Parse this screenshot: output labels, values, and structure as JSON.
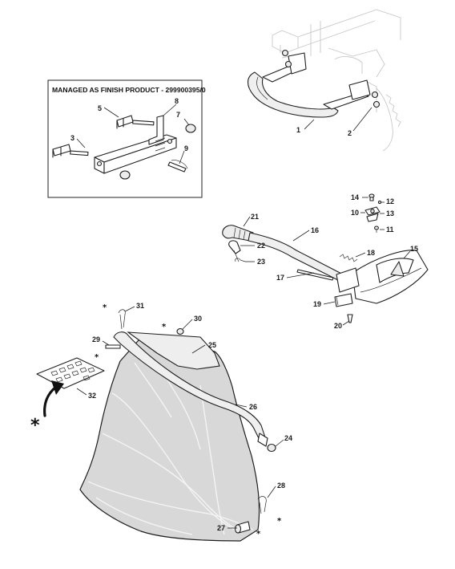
{
  "inset": {
    "title": "MANAGED AS FINISH PRODUCT - 299900395/0"
  },
  "callouts": {
    "c1": "1",
    "c2": "2",
    "c3": "3",
    "c5": "5",
    "c7": "7",
    "c8": "8",
    "c9": "9",
    "c10": "10",
    "c11": "11",
    "c12": "12",
    "c13": "13",
    "c14": "14",
    "c15": "15",
    "c16": "16",
    "c17": "17",
    "c18": "18",
    "c19": "19",
    "c20": "20",
    "c21": "21",
    "c22": "22",
    "c23": "23",
    "c24": "24",
    "c25": "25",
    "c26": "26",
    "c27": "27",
    "c28": "28",
    "c29": "29",
    "c30": "30",
    "c31": "31",
    "c32": "32"
  },
  "symbols": {
    "asterisk": "*"
  }
}
